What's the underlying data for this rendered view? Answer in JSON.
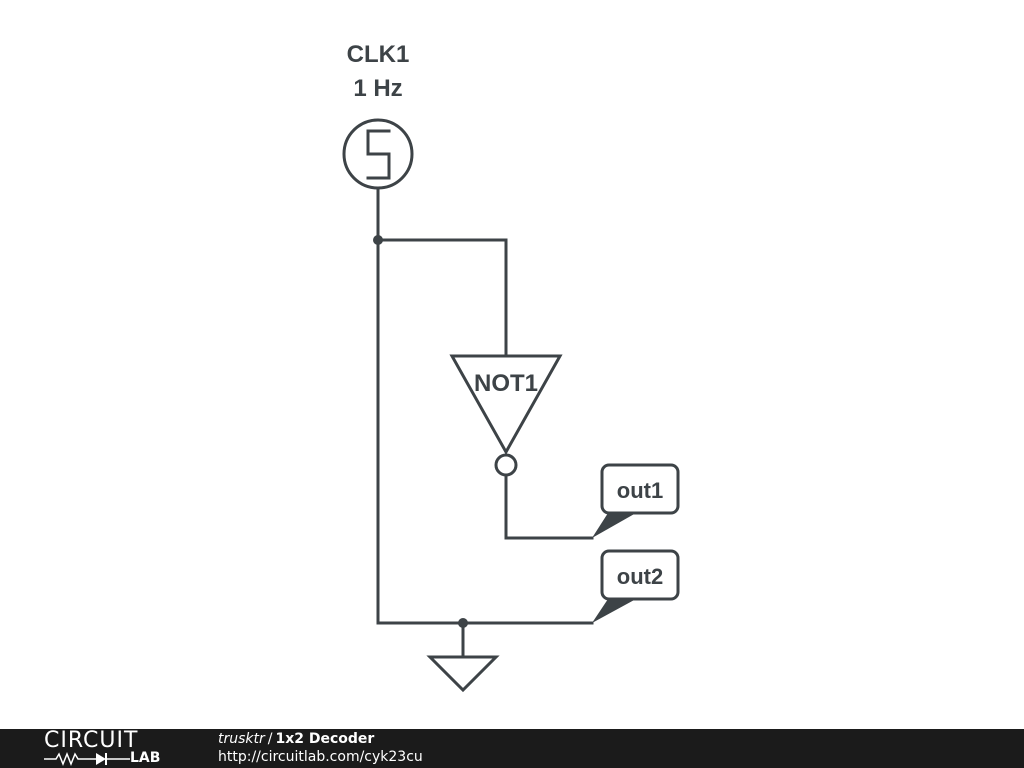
{
  "schematic": {
    "clock": {
      "name": "CLK1",
      "frequency": "1 Hz"
    },
    "gate": {
      "name": "NOT1"
    },
    "outputs": [
      {
        "name": "out1"
      },
      {
        "name": "out2"
      }
    ]
  },
  "footer": {
    "logo_text": "CIRCUIT",
    "logo_sub": "LAB",
    "author": "trusktr",
    "separator": "/",
    "circuit_name": "1x2 Decoder",
    "url": "http://circuitlab.com/cyk23cu"
  },
  "colors": {
    "stroke": "#3d4347",
    "footer_bg": "#1b1b1b",
    "footer_text": "#ffffff"
  }
}
